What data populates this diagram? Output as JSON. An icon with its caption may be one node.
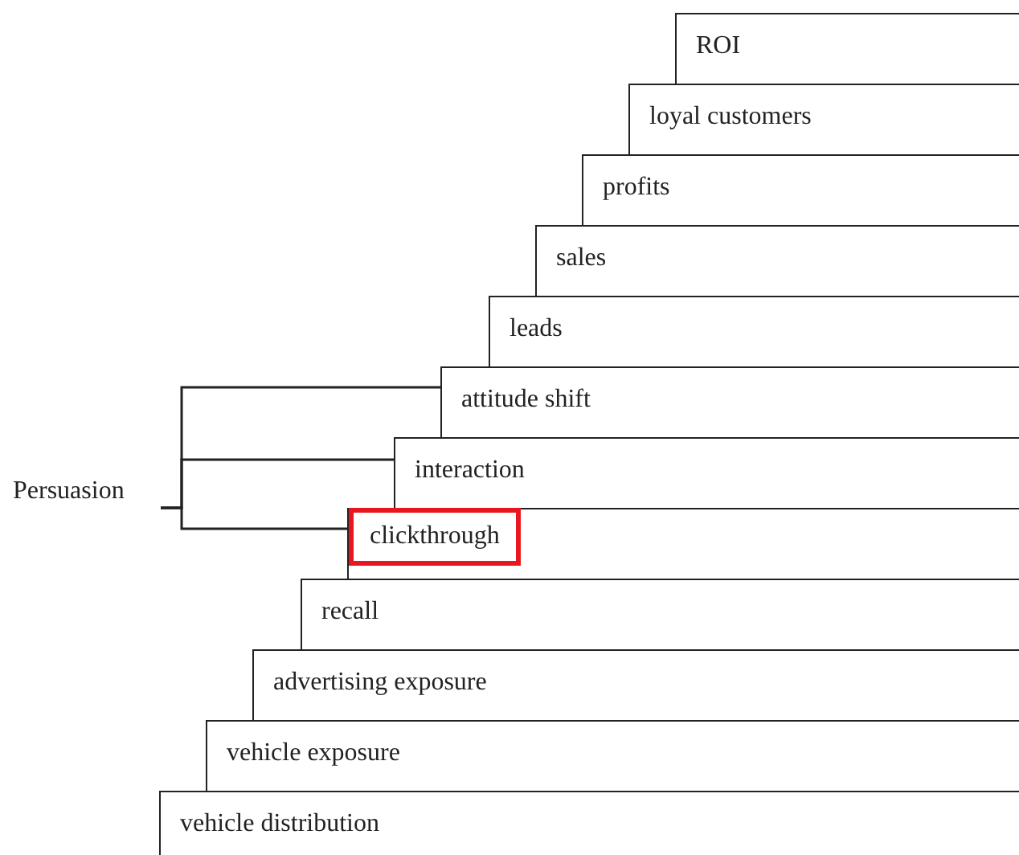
{
  "diagram": {
    "nodes": [
      {
        "text": [
          "ROI"
        ]
      },
      {
        "text": [
          "loyal customers"
        ]
      },
      {
        "text": [
          "profits"
        ]
      },
      {
        "text": [
          "sales"
        ]
      },
      {
        "text": [
          "leads"
        ]
      },
      {
        "text": [
          "attitude shift"
        ]
      },
      {
        "text": [
          "interaction"
        ]
      },
      {
        "text": [
          "clickthrough"
        ]
      },
      {
        "text": [
          "recall"
        ]
      },
      {
        "text": [
          "advertising exposure"
        ]
      },
      {
        "text": [
          "vehicle exposure"
        ]
      },
      {
        "text": [
          "vehicle distribution"
        ]
      },
      {
        "text": [
          "Persuasion"
        ]
      }
    ],
    "edges": [
      {
        "from": 12,
        "to": 5,
        "arrow": "none"
      },
      {
        "from": 12,
        "to": 6,
        "arrow": "none"
      },
      {
        "from": 12,
        "to": 7,
        "arrow": "none"
      }
    ]
  }
}
